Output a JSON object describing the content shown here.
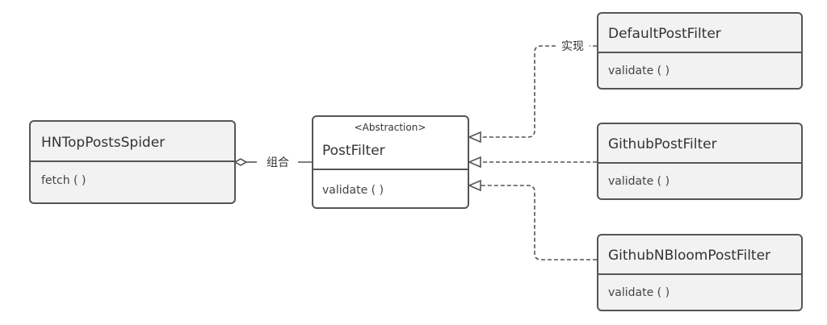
{
  "diagram": {
    "classes": {
      "spider": {
        "title": "HNTopPostsSpider",
        "method": "fetch ( )"
      },
      "postfilter": {
        "stereotype": "<Abstraction>",
        "title": "PostFilter",
        "method": "validate ( )"
      },
      "default": {
        "title": "DefaultPostFilter",
        "method": "validate ( )"
      },
      "github": {
        "title": "GithubPostFilter",
        "method": "validate ( )"
      },
      "bloom": {
        "title": "GithubNBloomPostFilter",
        "method": "validate ( )"
      }
    },
    "edges": {
      "composition_label": "组合",
      "implementation_label": "实现"
    },
    "colors": {
      "box_fill": "#f2f2f2",
      "box_stroke": "#555555",
      "line": "#555555"
    }
  }
}
